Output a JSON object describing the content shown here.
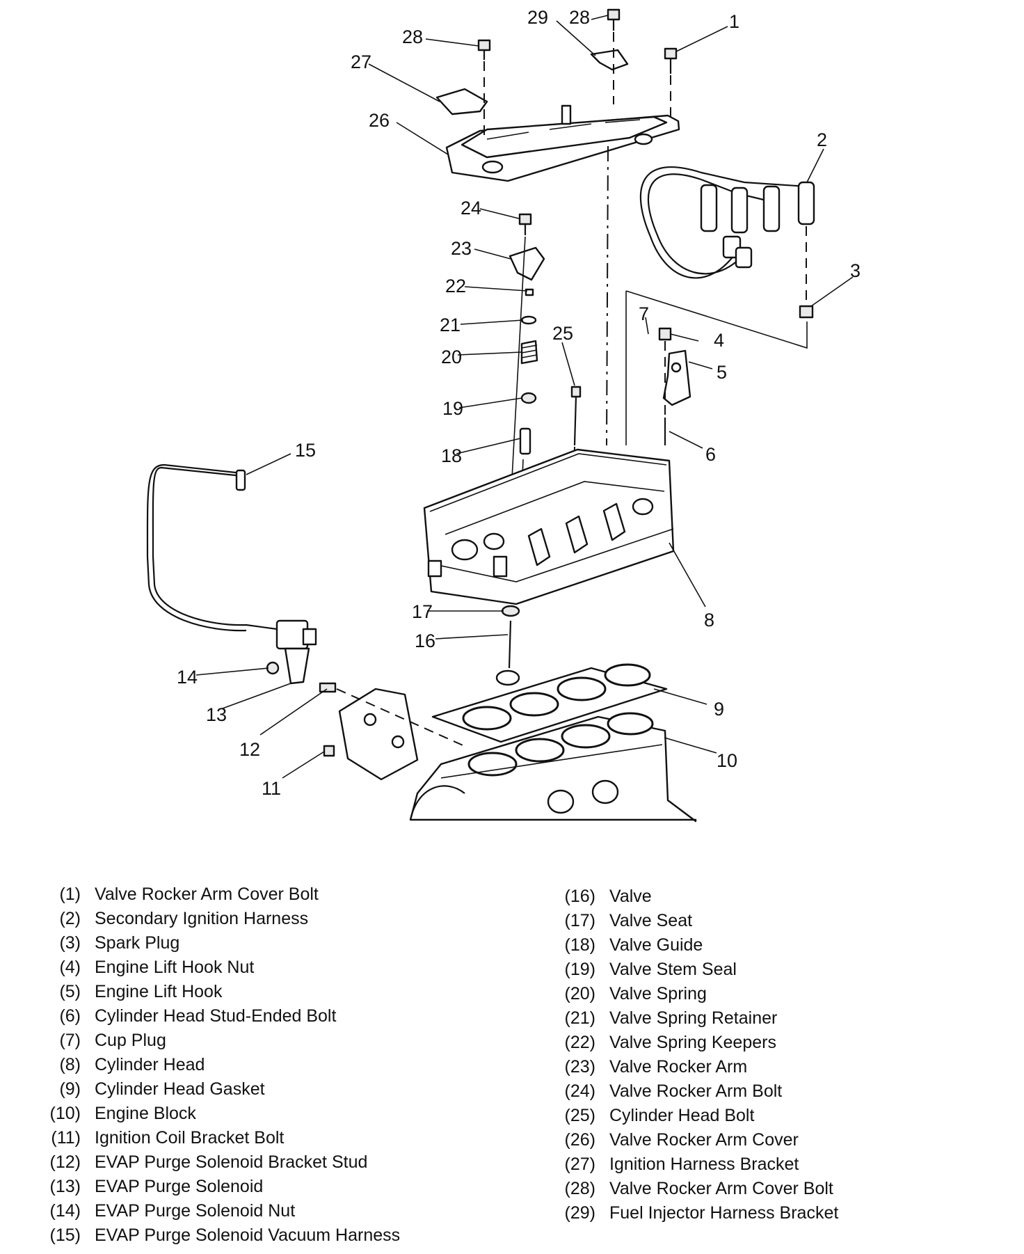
{
  "callouts": [
    "1",
    "2",
    "3",
    "4",
    "5",
    "6",
    "7",
    "8",
    "9",
    "10",
    "11",
    "12",
    "13",
    "14",
    "15",
    "16",
    "17",
    "18",
    "19",
    "20",
    "21",
    "22",
    "23",
    "24",
    "25",
    "26",
    "27",
    "28",
    "28",
    "29"
  ],
  "legend_left": [
    {
      "num": "(1)",
      "name": "Valve Rocker Arm Cover Bolt"
    },
    {
      "num": "(2)",
      "name": "Secondary Ignition Harness"
    },
    {
      "num": "(3)",
      "name": "Spark Plug"
    },
    {
      "num": "(4)",
      "name": "Engine Lift Hook Nut"
    },
    {
      "num": "(5)",
      "name": "Engine Lift Hook"
    },
    {
      "num": "(6)",
      "name": "Cylinder Head Stud-Ended Bolt"
    },
    {
      "num": "(7)",
      "name": "Cup Plug"
    },
    {
      "num": "(8)",
      "name": "Cylinder Head"
    },
    {
      "num": "(9)",
      "name": "Cylinder Head Gasket"
    },
    {
      "num": "(10)",
      "name": "Engine Block"
    },
    {
      "num": "(11)",
      "name": "Ignition Coil Bracket Bolt"
    },
    {
      "num": "(12)",
      "name": "EVAP Purge Solenoid Bracket Stud"
    },
    {
      "num": "(13)",
      "name": "EVAP Purge Solenoid"
    },
    {
      "num": "(14)",
      "name": "EVAP Purge Solenoid Nut"
    },
    {
      "num": "(15)",
      "name": "EVAP Purge Solenoid Vacuum Harness"
    }
  ],
  "legend_right": [
    {
      "num": "(16)",
      "name": "Valve"
    },
    {
      "num": "(17)",
      "name": "Valve Seat"
    },
    {
      "num": "(18)",
      "name": "Valve Guide"
    },
    {
      "num": "(19)",
      "name": "Valve Stem Seal"
    },
    {
      "num": "(20)",
      "name": "Valve Spring"
    },
    {
      "num": "(21)",
      "name": "Valve Spring Retainer"
    },
    {
      "num": "(22)",
      "name": "Valve Spring Keepers"
    },
    {
      "num": "(23)",
      "name": "Valve Rocker Arm"
    },
    {
      "num": "(24)",
      "name": "Valve Rocker Arm Bolt"
    },
    {
      "num": "(25)",
      "name": "Cylinder Head Bolt"
    },
    {
      "num": "(26)",
      "name": "Valve Rocker Arm Cover"
    },
    {
      "num": "(27)",
      "name": "Ignition Harness Bracket"
    },
    {
      "num": "(28)",
      "name": "Valve Rocker Arm Cover Bolt"
    },
    {
      "num": "(29)",
      "name": "Fuel Injector Harness Bracket"
    }
  ]
}
